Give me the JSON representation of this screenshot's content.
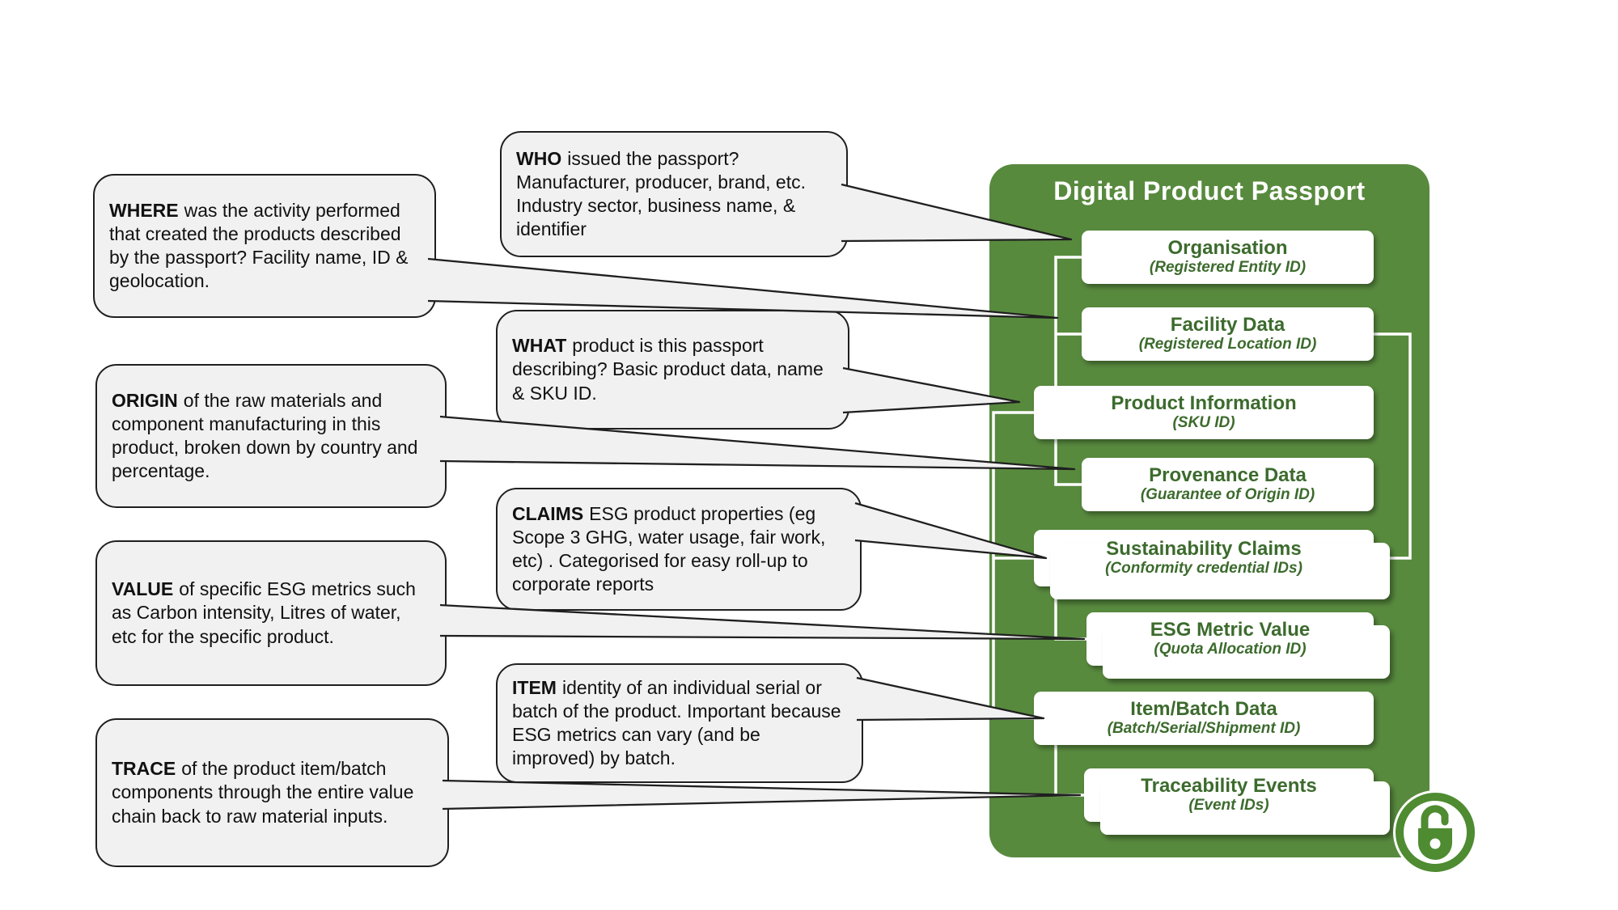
{
  "panel": {
    "title": "Digital Product Passport",
    "boxes": [
      {
        "name": "Organisation",
        "id_label": "(Registered Entity ID)"
      },
      {
        "name": "Facility Data",
        "id_label": "(Registered Location ID)"
      },
      {
        "name": "Product Information",
        "id_label": "(SKU ID)"
      },
      {
        "name": "Provenance Data",
        "id_label": "(Guarantee of Origin ID)"
      },
      {
        "name": "Sustainability Claims",
        "id_label": "(Conformity credential IDs)"
      },
      {
        "name": "ESG Metric Value",
        "id_label": "(Quota Allocation ID)"
      },
      {
        "name": "Item/Batch Data",
        "id_label": "(Batch/Serial/Shipment ID)"
      },
      {
        "name": "Traceability Events",
        "id_label": "(Event IDs)"
      }
    ],
    "lock_icon": "open-padlock-icon"
  },
  "callouts": [
    {
      "lead": "WHERE",
      "body": "was the activity performed  that  created the products described by the passport? Facility name, ID & geolocation."
    },
    {
      "lead": "WHO",
      "body": "issued the passport? Manufacturer, producer, brand, etc.  Industry sector, business name, & identifier"
    },
    {
      "lead": "WHAT",
      "body": "product is this passport describing? Basic product data, name & SKU ID."
    },
    {
      "lead": "ORIGIN",
      "body": "of the raw materials and component manufacturing in this product, broken down by country and percentage."
    },
    {
      "lead": "CLAIMS",
      "body": "ESG  product properties (eg Scope 3 GHG, water usage, fair work, etc) . Categorised for easy roll-up to corporate reports"
    },
    {
      "lead": "VALUE",
      "body": "of specific ESG metrics such as Carbon intensity, Litres of water, etc for the specific product."
    },
    {
      "lead": "ITEM",
      "body": "identity of an individual serial or batch of the product.  Important because ESG metrics can vary (and be improved) by batch."
    },
    {
      "lead": "TRACE",
      "body": "of the product item/batch components through the entire value chain back to raw material inputs."
    }
  ],
  "colors": {
    "panel_green": "#588a3e",
    "box_text_green": "#3c6b2d",
    "callout_bg": "#f1f1f1",
    "callout_border": "#1f1f1f",
    "connector_white": "#ffffff",
    "lock_green": "#4e8b31"
  }
}
